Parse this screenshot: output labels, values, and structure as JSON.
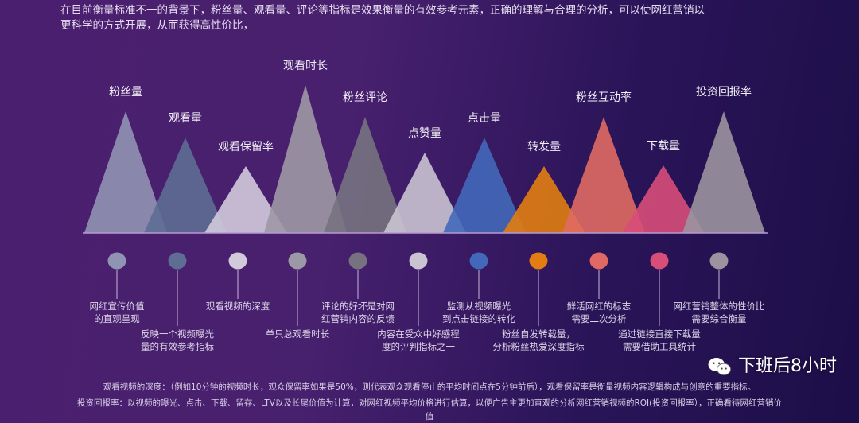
{
  "intro": [
    "在目前衡量标准不一的背景下，粉丝量、观看量、评论等指标是效果衡量的有效参考元素，正确的理解与合理的分析，可以使网红营销以",
    "更科学的方式开展，从而获得高性价比，"
  ],
  "metrics": [
    {
      "name": "粉丝量",
      "color": "#9094b3",
      "desc": [
        "网红宣传价值",
        "的直观呈现"
      ]
    },
    {
      "name": "观看量",
      "color": "#5e6d94",
      "desc": [
        "反映一个视频曝光",
        "量的有效参考指标"
      ]
    },
    {
      "name": "观看保留率",
      "color": "#d2cadb",
      "desc": [
        "观看视频的深度"
      ]
    },
    {
      "name": "观看时长",
      "color": "#9d98a5",
      "desc": [
        "单只总观看时长"
      ]
    },
    {
      "name": "粉丝评论",
      "color": "#77727f",
      "desc": [
        "评论的好坏是对网",
        "红营销内容的反馈"
      ]
    },
    {
      "name": "点赞量",
      "color": "#c9c3d2",
      "desc": [
        "内容在受众中好感程",
        "度的评判指标之一"
      ]
    },
    {
      "name": "点击量",
      "color": "#4468b9",
      "desc": [
        "监测从视频曝光",
        "到点击链接的转化"
      ]
    },
    {
      "name": "转发量",
      "color": "#e17d12",
      "desc": [
        "粉丝自发转载量，",
        "分析粉丝热爱深度指标"
      ]
    },
    {
      "name": "粉丝互动率",
      "color": "#e06a63",
      "desc": [
        "鲜活网红的标志",
        "需要二次分析"
      ]
    },
    {
      "name": "下载量",
      "color": "#d74e79",
      "desc": [
        "通过链接直接下载量",
        "需要借助工具统计"
      ]
    },
    {
      "name": "投资回报率",
      "color": "#9b939f",
      "desc": [
        "网红营销整体的性价比",
        "需要综合衡量"
      ]
    }
  ],
  "footnotes": [
    "观看视频的深度：（例如10分钟的视频时长，观众保留率如果是50%，则代表观众观看停止的平均时间点在5分钟前后），观看保留率是衡量视频内容逻辑构成与创意的重要指标。",
    "投资回报率：以视频的曝光、点击、下载、留存、LTV以及长尾价值为计算，对网红视频平均价格进行估算，以便广告主更加直观的分析网红营销视频的ROI(投资回报率），正确看待网红营销价",
    "值"
  ],
  "watermark": {
    "text": "下班后8小时",
    "icon": "wechat-icon"
  }
}
